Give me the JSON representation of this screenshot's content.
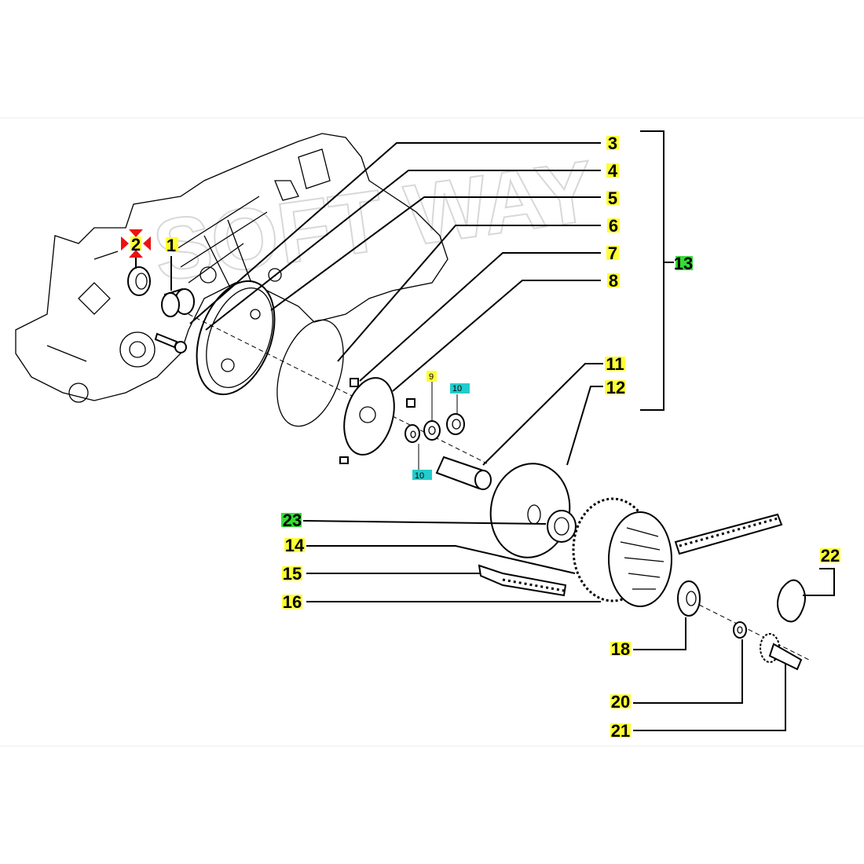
{
  "diagram": {
    "watermark": "SOFT WAY",
    "callouts": {
      "c1": "1",
      "c2": "2",
      "c3": "3",
      "c4": "4",
      "c5": "5",
      "c6": "6",
      "c7": "7",
      "c8": "8",
      "c9": "9",
      "c10a": "10",
      "c10b": "10",
      "c11": "11",
      "c12": "12",
      "c13": "13",
      "c14": "14",
      "c15": "15",
      "c16": "16",
      "c18": "18",
      "c20": "20",
      "c21": "21",
      "c22": "22",
      "c23": "23"
    },
    "colors": {
      "highlight_yellow": "#ffff33",
      "highlight_green": "#33dd33",
      "highlight_cyan": "#22cccc",
      "marker_red": "#ee1111"
    }
  }
}
